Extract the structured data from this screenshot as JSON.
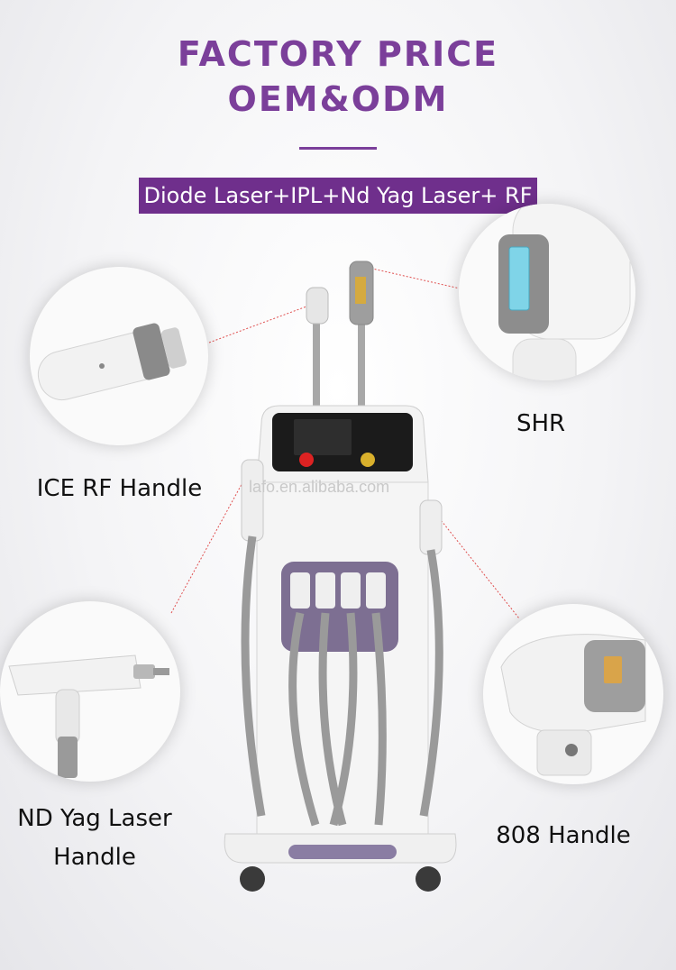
{
  "header": {
    "title_line1": "FACTORY PRICE",
    "title_line2": "OEM&ODM",
    "banner": "Diode Laser+IPL+Nd Yag Laser+ RF"
  },
  "watermark": "lafo.en.alibaba.com",
  "handles": {
    "ice_rf": "ICE RF Handle",
    "shr": "SHR",
    "nd_yag_line1": "ND Yag Laser",
    "nd_yag_line2": "Handle",
    "h808": "808 Handle"
  },
  "colors": {
    "brand_purple": "#7b3f9a",
    "banner_purple": "#6f2f8c",
    "pointer_red": "#e05050"
  }
}
